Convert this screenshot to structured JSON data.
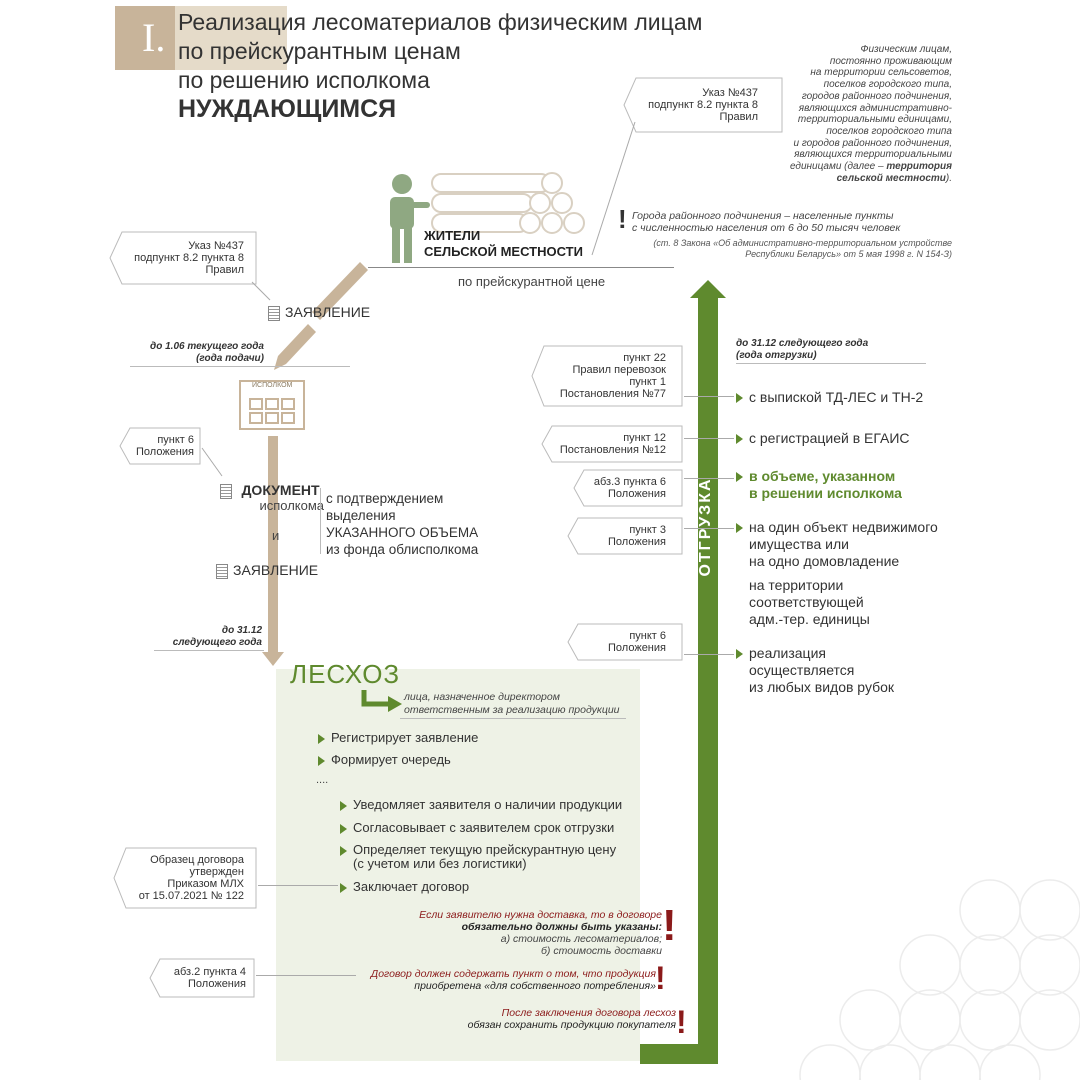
{
  "colors": {
    "brown": "#c8b49a",
    "green": "#5f8a2e",
    "light_green": "#eef2e6",
    "red": "#8b1a1a"
  },
  "header": {
    "roman": "I.",
    "title_line1": "Реализация лесоматериалов физическим лицам",
    "title_line2": "по прейскурантным ценам",
    "title_line3": "по решению исполкома",
    "title_bold": "НУЖДАЮЩИМСЯ"
  },
  "top_ref": {
    "l1": "Указ №437",
    "l2": "подпункт 8.2 пункта 8",
    "l3": "Правил"
  },
  "definition": {
    "lines": [
      "Физическим лицам,",
      "постоянно проживающим",
      "на территории сельсоветов,",
      "поселков городского типа,",
      "городов районного подчинения,",
      "являющихся административно-",
      "территориальными единицами,",
      "поселков городского типа",
      "и городов районного подчинения,",
      "являющихся территориальными",
      "единицами (далее –"
    ],
    "bold1": "территория",
    "bold2": "сельской местности"
  },
  "note": {
    "l1": "Города районного подчинения – населенные пункты",
    "l2": "с численностью населения от 6 до 50 тысяч человек",
    "l3": "(ст. 8 Закона «Об административно-территориальном устройстве",
    "l4": "Республики Беларусь» от 5 мая 1998 г. N 154-З)"
  },
  "residents": {
    "l1": "ЖИТЕЛИ",
    "l2": "СЕЛЬСКОЙ МЕСТНОСТИ",
    "sub": "по прейскурантной цене"
  },
  "left_ref1": {
    "l1": "Указ №437",
    "l2": "подпункт 8.2 пункта 8",
    "l3": "Правил"
  },
  "application1": "ЗАЯВЛЕНИЕ",
  "deadline1": {
    "l1": "до 1.06 текущего года",
    "l2": "(года подачи)"
  },
  "ispolkom_label": "ИСПОЛКОМ",
  "ref_p6a": {
    "l1": "пункт 6",
    "l2": "Положения"
  },
  "document": {
    "l1": "ДОКУМЕНТ",
    "l2": "исполкома"
  },
  "confirm": {
    "l1": "с подтверждением",
    "l2": "выделения",
    "l3": "УКАЗАННОГО ОБЪЕМА",
    "l4": "из фонда облисполкома"
  },
  "and": "и",
  "application2": "ЗАЯВЛЕНИЕ",
  "deadline2": {
    "l1": "до 31.12",
    "l2": "следующего года"
  },
  "leshoz": {
    "title": "ЛЕСХОЗ",
    "person_l1": "лица, назначенное директором",
    "person_l2": "ответственным за реализацию продукции",
    "items": [
      "Регистрирует заявление",
      "Формирует очередь"
    ],
    "dots": "....",
    "subitems": [
      "Уведомляет заявителя о наличии продукции",
      "Согласовывает с заявителем срок отгрузки"
    ],
    "price_l1": "Определяет текущую прейскурантную цену",
    "price_l2": "(с учетом или без логистики)",
    "contract": "Заключает договор"
  },
  "ref_contract": {
    "l1": "Образец договора",
    "l2": "утвержден",
    "l3": "Приказом МЛХ",
    "l4": "от 15.07.2021  № 122"
  },
  "red1": {
    "l1": "Если заявителю нужна доставка, то в договоре",
    "l2": "обязательно должны быть указаны:",
    "l3": "а) стоимость лесоматериалов;",
    "l4": "б) стоимость доставки"
  },
  "ref_abz2": {
    "l1": "абз.2 пункта 4",
    "l2": "Положения"
  },
  "red2": {
    "l1": "Договор должен содержать пункт о том, что продукция",
    "l2": "приобретена  «для собственного потребления»"
  },
  "red3": {
    "l1": "После заключения договора лесхоз",
    "l2": "обязан сохранить продукцию покупателя"
  },
  "shipping": {
    "vertical": "ОТГРУЗКА",
    "deadline_l1": "до 31.12 следующего года",
    "deadline_l2": "(года отгрузки)"
  },
  "right_refs": [
    {
      "l1": "пункт 22",
      "l2": "Правил перевозок",
      "l3": "пункт 1",
      "l4": "Постановления №77"
    },
    {
      "l1": "пункт 12",
      "l2": "Постановления №12"
    },
    {
      "l1": "абз.3 пункта 6",
      "l2": "Положения"
    },
    {
      "l1": "пункт 3",
      "l2": "Положения"
    },
    {
      "l1": "пункт 6",
      "l2": "Положения"
    }
  ],
  "right_items": {
    "r1": "с выпиской ТД-ЛЕС и ТН-2",
    "r2": "с регистрацией в ЕГАИС",
    "r3_l1": "в объеме, указанном",
    "r3_l2": "в решении исполкома",
    "r4_l1": "на один объект недвижимого",
    "r4_l2": "имущества или",
    "r4_l3": "на одно домовладение",
    "r4b_l1": "на территории",
    "r4b_l2": "соответствующей",
    "r4b_l3": "адм.-тер. единицы",
    "r5_l1": "реализация",
    "r5_l2": "осуществляется",
    "r5_l3": "из любых видов рубок"
  }
}
